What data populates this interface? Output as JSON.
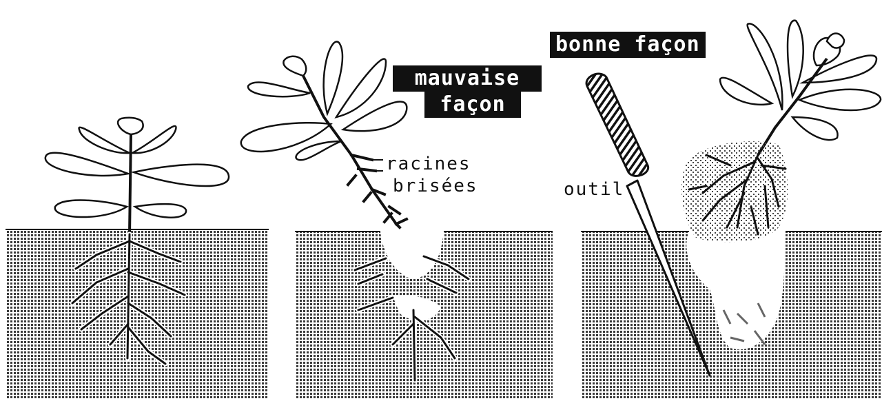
{
  "labels": {
    "wrong_line1": "mauvaise",
    "wrong_line2": "façon",
    "roots_line1": "racines",
    "roots_line2": "brisées",
    "tool": "outil",
    "right": "bonne façon"
  },
  "colors": {
    "ink": "#111111",
    "paper": "#ffffff",
    "soil_dot": "#3a3a3a"
  }
}
